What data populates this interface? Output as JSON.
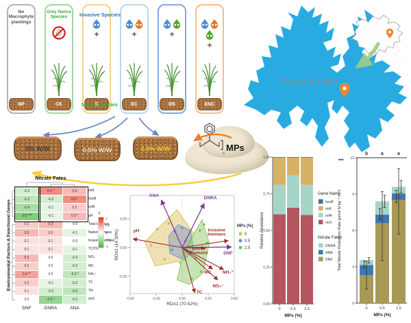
{
  "design": {
    "labels": {
      "invasive": "Invasive Species",
      "native": "Native Species"
    },
    "cards": [
      {
        "id": "NP",
        "caption": "No Macrophyte plantings",
        "caption_color": "#4d4d4d",
        "border": "#b3b3b3",
        "drops": [],
        "has_plant": false,
        "no_symbol": false
      },
      {
        "id": "CK",
        "caption": "Only Native Species",
        "caption_color": "#3aaa35",
        "border": "#9ed69e",
        "drops": [],
        "has_plant": true,
        "no_symbol": true
      },
      {
        "id": "E",
        "caption": "",
        "caption_color": "",
        "border": "#f2d488",
        "drops": [
          "blue"
        ],
        "has_plant": true,
        "no_symbol": false
      },
      {
        "id": "EC",
        "caption": "",
        "caption_color": "",
        "border": "#b9d7f0",
        "drops": [
          "blue",
          "orange"
        ],
        "has_plant": true,
        "no_symbol": false
      },
      {
        "id": "EN",
        "caption": "",
        "caption_color": "",
        "border": "#84a8dc",
        "drops": [
          "blue",
          "green"
        ],
        "has_plant": true,
        "no_symbol": false
      },
      {
        "id": "ENC",
        "caption": "",
        "caption_color": "",
        "border": "#f6bc8c",
        "drops": [
          "blue",
          "orange",
          "green"
        ],
        "has_plant": true,
        "no_symbol": false
      }
    ],
    "drop_colors": {
      "blue": "#4a8fd3",
      "orange": "#e8762c",
      "green": "#55a630"
    }
  },
  "mps_panel": {
    "powder_label": "MPs",
    "doses": [
      "0% W/W",
      "0.5% W/W",
      "2.5% W/W"
    ],
    "dose_colors": [
      "#3b3b3b",
      "#e9e2d2",
      "#f2cf2a"
    ]
  },
  "map": {
    "lake_label": "Donghu Lake"
  },
  "colors": {
    "lake": "#29abe2",
    "pin": "#f0862c",
    "arrow_blue": "#6b87c8",
    "arrow_orange": "#ef7f2a",
    "arrow_yellow": "#f7ce3e",
    "arrow_green": "#a2cd83",
    "heat_pos": "#e53322",
    "heat_neg": "#44b33a",
    "env_arrow": "#9e2f28",
    "fate_arrow": "#7a3b96"
  },
  "chart_data": [
    {
      "id": "correlation-heatmap",
      "type": "heatmap",
      "title": "Nitrate Fates",
      "ylabel": "Environmental Factors & Functional Genes",
      "columns": [
        "DNF",
        "DNRA",
        "ANA"
      ],
      "rows": [
        {
          "label": "nirK",
          "italic": true,
          "cells": [
            "-0.2",
            "0.5 *",
            "0.3"
          ]
        },
        {
          "label": "hzsB",
          "italic": true,
          "cells": [
            "-0.3",
            "-0.2",
            "0.5 *"
          ]
        },
        {
          "label": "nrfA",
          "italic": true,
          "cells": [
            "-0.4",
            "-0.1",
            "0.2"
          ]
        },
        {
          "label": "pH",
          "italic": false,
          "cells": [
            "-0.6 ***",
            "-0.1",
            "0.3 *"
          ]
        },
        {
          "label": "Total biomass",
          "italic": false,
          "cells": [
            "0.2",
            "0.3",
            "-0.0"
          ]
        },
        {
          "label": "Native biomass",
          "italic": false,
          "cells": [
            "0.3",
            "0.2",
            "-0.1"
          ]
        },
        {
          "label": "Invasive biomass",
          "italic": false,
          "cells": [
            "0.1",
            "0.1",
            "-0.0"
          ]
        },
        {
          "label": "TC/TN",
          "italic": false,
          "cells": [
            "0.1",
            "0.1",
            "-0.1"
          ]
        },
        {
          "label": "NO₃⁻",
          "italic": false,
          "cells": [
            "0.3",
            "0.0",
            "-0.2"
          ]
        },
        {
          "label": "MC",
          "italic": false,
          "cells": [
            "0.2",
            "0.0",
            "-0.2"
          ]
        },
        {
          "label": "NH₄⁺",
          "italic": false,
          "cells": [
            "0.4 **",
            "0.0",
            "-0.3 *"
          ]
        },
        {
          "label": "TC",
          "italic": false,
          "cells": [
            "0.2",
            "-0.1",
            "-0.2"
          ]
        },
        {
          "label": "TN",
          "italic": false,
          "cells": [
            "0.1",
            "-0.2",
            "-0.3"
          ]
        },
        {
          "label": "nirS",
          "italic": true,
          "cells": [
            "0.0",
            "-0.5 *",
            "-0.2"
          ]
        }
      ],
      "legend": {
        "title": "r",
        "ticks": [
          "1",
          "0.5",
          "0",
          "-0.5",
          "-1"
        ]
      }
    },
    {
      "id": "rda-triplot",
      "type": "scatter",
      "xlabel": "RDA1 (70.52%)",
      "ylabel": "RDA2 (14.30%)",
      "xticks": [
        "-0.50",
        "-0.25",
        "0.00",
        "0.25",
        "0.50"
      ],
      "yticks": [
        "-0.25",
        "0.00",
        "0.25"
      ],
      "legend": {
        "title": "MPs (%)"
      },
      "groups": [
        {
          "label": "0",
          "color": "#d8b84c",
          "hull": [
            [
              -0.05,
              0.33
            ],
            [
              0.11,
              0.12
            ],
            [
              0.03,
              -0.04
            ],
            [
              -0.03,
              -0.12
            ],
            [
              -0.26,
              -0.16
            ],
            [
              -0.36,
              0.05
            ]
          ],
          "points": [
            [
              -0.24,
              0.16
            ],
            [
              -0.3,
              0.02
            ],
            [
              -0.17,
              -0.1
            ],
            [
              -0.07,
              0.08
            ],
            [
              -0.13,
              0.21
            ],
            [
              -0.02,
              -0.13
            ]
          ]
        },
        {
          "label": "0.5",
          "color": "#6b8fc9",
          "hull": [
            [
              -0.04,
              0.2
            ],
            [
              0.08,
              0.15
            ],
            [
              0.11,
              -0.02
            ],
            [
              0.02,
              -0.11
            ],
            [
              -0.12,
              -0.05
            ],
            [
              -0.13,
              0.1
            ]
          ],
          "points": [
            [
              -0.07,
              0.14
            ],
            [
              0.03,
              0.06
            ],
            [
              0.08,
              -0.04
            ],
            [
              -0.1,
              -0.02
            ],
            [
              0.0,
              0.17
            ]
          ]
        },
        {
          "label": "2.5",
          "color": "#7cbf4e",
          "hull": [
            [
              0.19,
              0.24
            ],
            [
              0.26,
              0.04
            ],
            [
              0.2,
              -0.22
            ],
            [
              0.07,
              -0.32
            ],
            [
              -0.05,
              -0.28
            ],
            [
              0.02,
              -0.02
            ]
          ],
          "points": [
            [
              0.17,
              0.15
            ],
            [
              0.24,
              0.04
            ],
            [
              0.13,
              -0.09
            ],
            [
              0.18,
              -0.21
            ],
            [
              0.09,
              -0.27
            ],
            [
              0.21,
              0.2
            ]
          ]
        }
      ],
      "fate_arrows": [
        {
          "label": "ANA",
          "tip": [
            -0.2,
            0.41
          ],
          "lab": [
            -0.27,
            0.44
          ]
        },
        {
          "label": "DNRA",
          "tip": [
            0.21,
            0.38
          ],
          "lab": [
            0.27,
            0.42
          ]
        },
        {
          "label": "DNF",
          "tip": [
            0.47,
            0.005
          ],
          "lab": [
            0.44,
            -0.06
          ]
        }
      ],
      "env_arrows": [
        {
          "label": "pH",
          "tip": [
            -0.47,
            0.075
          ],
          "lab": [
            -0.44,
            0.135
          ]
        },
        {
          "label": "Invasive\nbiomass",
          "tip": [
            0.44,
            0.06
          ],
          "lab": [
            0.33,
            0.14
          ]
        },
        {
          "label": "Native\nbiomass",
          "tip": [
            0.22,
            -0.005
          ],
          "lab": [
            0.16,
            -0.02
          ]
        },
        {
          "label": "MC",
          "tip": [
            0.29,
            -0.185
          ],
          "lab": [
            0.245,
            -0.225
          ]
        },
        {
          "label": "NH₄⁺",
          "tip": [
            0.395,
            -0.19
          ],
          "lab": [
            0.44,
            -0.225
          ]
        },
        {
          "label": "NO₃⁻",
          "tip": [
            0.34,
            -0.28
          ],
          "lab": [
            0.345,
            -0.345
          ]
        },
        {
          "label": "TC",
          "tip": [
            0.12,
            -0.39
          ],
          "lab": [
            0.165,
            -0.4
          ]
        }
      ]
    },
    {
      "id": "gene-abundance",
      "type": "bar",
      "stacked": true,
      "categories": [
        "0",
        "0.5",
        "2.5"
      ],
      "xlabel": "MPs (%)",
      "ylabel": "Relative Abundance",
      "ylim": [
        0,
        1
      ],
      "yticks": [
        0,
        0.25,
        0.5,
        0.75,
        1
      ],
      "series": [
        {
          "name": "nirS",
          "color": "#b4565f",
          "values": [
            0.61,
            0.655,
            0.605
          ]
        },
        {
          "name": "nrfA",
          "color": "#a6d5c8",
          "values": [
            0.2,
            0.22,
            0.205
          ]
        },
        {
          "name": "nirK",
          "color": "#d6b266",
          "values": [
            0.186,
            0.121,
            0.186
          ]
        },
        {
          "name": "hzsB",
          "color": "#3f6e9e",
          "values": [
            0.004,
            0.004,
            0.004
          ]
        }
      ],
      "legends": [
        {
          "title": "Gene Name",
          "entries": [
            {
              "label": "hzsB",
              "color": "#3f6e9e",
              "italic": true
            },
            {
              "label": "nirK",
              "color": "#d6b266",
              "italic": true
            },
            {
              "label": "nrfA",
              "color": "#a6d5c8",
              "italic": true
            },
            {
              "label": "nirS",
              "color": "#b4565f",
              "italic": true
            }
          ]
        },
        {
          "title": "Nitrate Fates",
          "entries": [
            {
              "label": "DNRA",
              "color": "#a6d5c8",
              "italic": false
            },
            {
              "label": "ANA",
              "color": "#3f78b0",
              "italic": false
            },
            {
              "label": "DNF",
              "color": "#a89a56",
              "italic": false
            }
          ]
        }
      ]
    },
    {
      "id": "nitrate-rate",
      "type": "bar",
      "stacked": true,
      "categories": [
        "0",
        "0.5",
        "2.5"
      ],
      "xlabel": "MPs (%)",
      "ylabel": "Total Nitrate Reduction Rate (μmol N kg⁻¹ h⁻¹)",
      "ylim": [
        0,
        12
      ],
      "yticks": [
        0,
        3,
        6,
        9,
        12
      ],
      "sig_label": "***",
      "letters": [
        "b",
        "a",
        "a"
      ],
      "series": [
        {
          "name": "DNF",
          "color": "#a89a56",
          "values": [
            2.3,
            6.6,
            8.5
          ]
        },
        {
          "name": "ANA",
          "color": "#3f78b0",
          "values": [
            0.85,
            0.7,
            0.55
          ]
        },
        {
          "name": "DNRA",
          "color": "#a6d5c8",
          "values": [
            0.4,
            1.1,
            0.55
          ]
        }
      ],
      "error_bars": [
        [
          [
            1.15,
            3.45
          ],
          [
            2.9,
            3.5
          ],
          [
            3.3,
            3.75
          ]
        ],
        [
          [
            3.5,
            9.2
          ],
          [
            6.9,
            7.8
          ],
          [
            7.9,
            8.9
          ]
        ],
        [
          [
            5.7,
            11.1
          ],
          [
            8.3,
            9.3
          ],
          [
            9.1,
            10.1
          ]
        ]
      ]
    }
  ]
}
